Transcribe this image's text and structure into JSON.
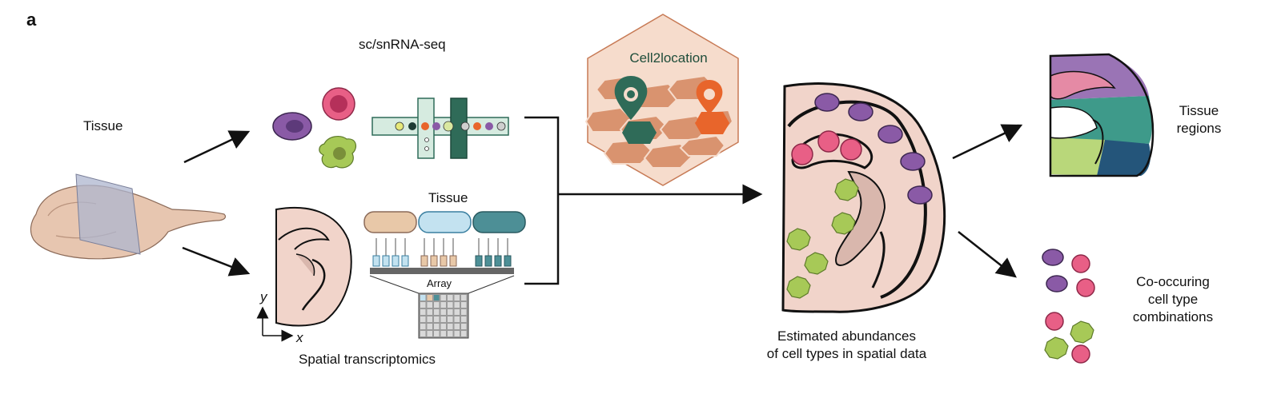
{
  "panel_letter": "a",
  "labels": {
    "tissue": "Tissue",
    "scrna": "sc/snRNA-seq",
    "array_tissue": "Tissue",
    "array": "Array",
    "spatial": "Spatial transcriptomics",
    "axis_y": "y",
    "axis_x": "x",
    "cell2location": "Cell2location",
    "estimated_line1": "Estimated abundances",
    "estimated_line2": "of cell types in spatial data",
    "tissue_regions_line1": "Tissue",
    "tissue_regions_line2": "regions",
    "cooc_line1": "Co-occuring",
    "cooc_line2": "cell type",
    "cooc_line3": "combinations"
  },
  "colors": {
    "purple_cell": "#8a5aa6",
    "pink_cell": "#d94f78",
    "green_cell": "#a7c957",
    "brain_fill": "#f1d4ca",
    "mouse_fill": "#e7c6b0",
    "hex_fill": "#f6dccc",
    "hex_stroke": "#c77a55",
    "tile_fill": "#d9936f",
    "teal_dark": "#2f6b58",
    "orange_pin": "#e8652b",
    "chip_bar": "#d6ebe0",
    "region_purple": "#9a74b5",
    "region_teal": "#3e9a8a",
    "region_green": "#b9d77a",
    "region_navy": "#24557a",
    "region_pink": "#e58aa5"
  }
}
